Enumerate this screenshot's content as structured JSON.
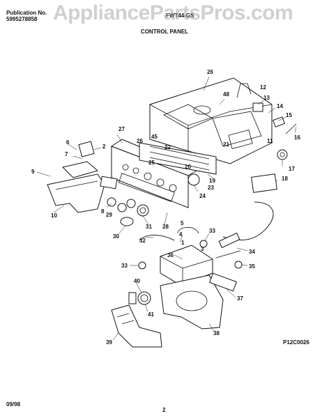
{
  "header": {
    "publication_label": "Publication No.",
    "publication_number": "5995278858",
    "model": "FWT44-GS",
    "section_title": "CONTROL PANEL"
  },
  "watermark": "AppliancePartsPros.com",
  "footer": {
    "date": "09/98",
    "page": "2",
    "figure_code": "P12C0026"
  },
  "callouts": [
    "26",
    "48",
    "12",
    "13",
    "14",
    "15",
    "16",
    "27",
    "26",
    "45",
    "22",
    "25",
    "20",
    "21",
    "17",
    "18",
    "19",
    "23",
    "24",
    "6",
    "7",
    "2",
    "9",
    "8",
    "29",
    "31",
    "28",
    "30",
    "10",
    "32",
    "4",
    "33",
    "34",
    "35",
    "36",
    "37",
    "33",
    "40",
    "41",
    "38",
    "39",
    "5",
    "1",
    "3",
    "11"
  ]
}
